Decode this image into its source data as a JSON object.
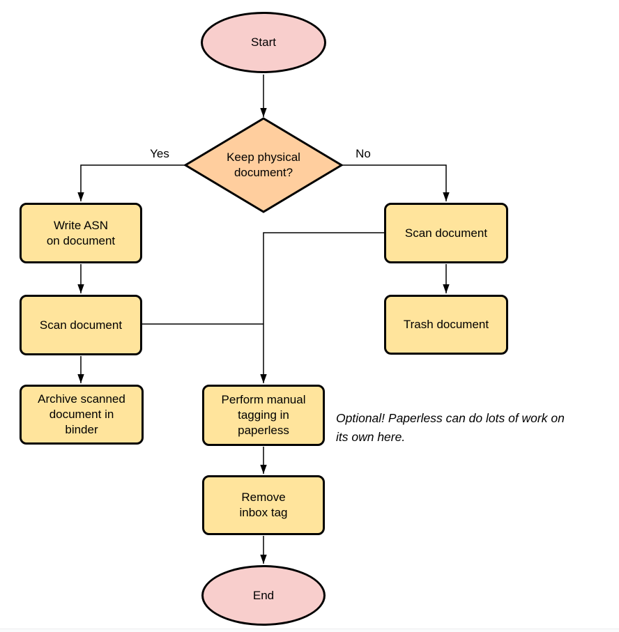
{
  "colors": {
    "terminal_fill": "#f8cecc",
    "decision_fill": "#ffce9e",
    "process_fill": "#ffe49c",
    "stroke": "#000000",
    "connector": "#000000",
    "background": "#ffffff"
  },
  "nodes": {
    "start": {
      "type": "terminal",
      "label": "Start"
    },
    "decision": {
      "type": "decision",
      "label": "Keep physical\ndocument?"
    },
    "write_asn": {
      "type": "process",
      "label": "Write ASN\non document"
    },
    "scan_left": {
      "type": "process",
      "label": "Scan document"
    },
    "archive": {
      "type": "process",
      "label": "Archive scanned\ndocument in\nbinder"
    },
    "scan_right": {
      "type": "process",
      "label": "Scan document"
    },
    "trash": {
      "type": "process",
      "label": "Trash document"
    },
    "tagging": {
      "type": "process",
      "label": "Perform manual\ntagging in\npaperless"
    },
    "remove_inbox": {
      "type": "process",
      "label": "Remove\ninbox tag"
    },
    "end": {
      "type": "terminal",
      "label": "End"
    }
  },
  "edge_labels": {
    "yes": "Yes",
    "no": "No"
  },
  "edges": [
    {
      "from": "start",
      "to": "decision",
      "label": ""
    },
    {
      "from": "decision",
      "to": "write_asn",
      "label": "Yes"
    },
    {
      "from": "decision",
      "to": "scan_right",
      "label": "No"
    },
    {
      "from": "write_asn",
      "to": "scan_left",
      "label": ""
    },
    {
      "from": "scan_left",
      "to": "archive",
      "label": ""
    },
    {
      "from": "scan_right",
      "to": "trash",
      "label": ""
    },
    {
      "from": "scan_right",
      "to": "tagging",
      "label": ""
    },
    {
      "from": "scan_left",
      "to": "tagging",
      "label": ""
    },
    {
      "from": "tagging",
      "to": "remove_inbox",
      "label": ""
    },
    {
      "from": "remove_inbox",
      "to": "end",
      "label": ""
    }
  ],
  "annotation": {
    "text": "Optional! Paperless can do lots of work on\nits own here."
  }
}
